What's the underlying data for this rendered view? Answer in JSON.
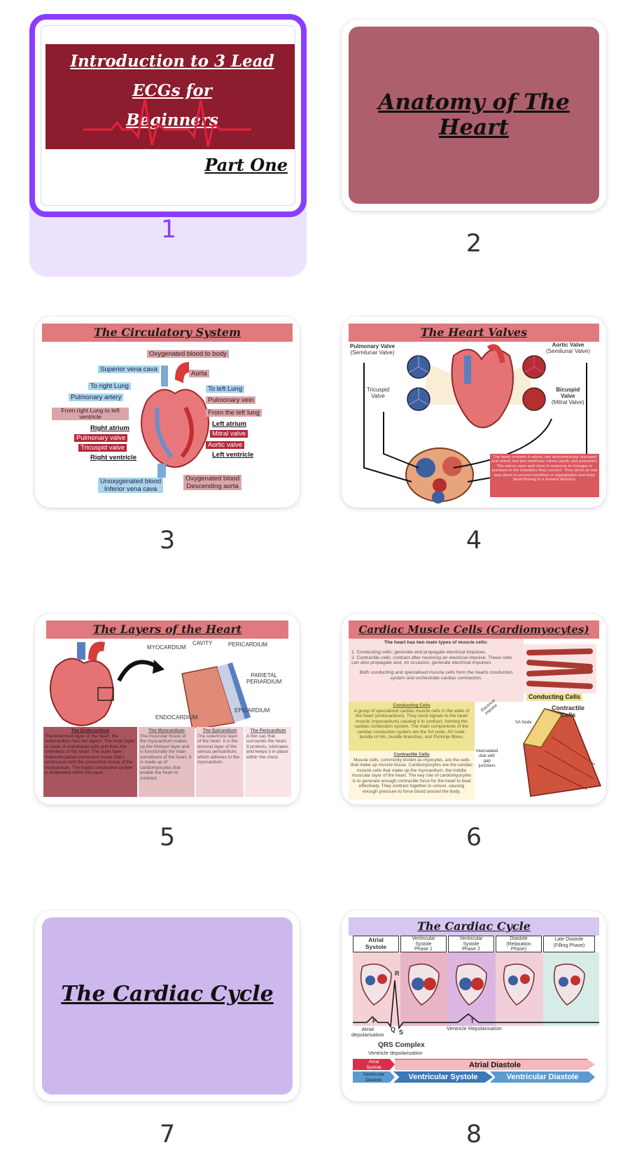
{
  "slides": [
    {
      "number": "1",
      "title_line1": "Introduction to 3 Lead ECGs for",
      "title_line2": "Beginners",
      "subtitle": "Part One"
    },
    {
      "number": "2",
      "title": "Anatomy of The Heart"
    },
    {
      "number": "3",
      "title": "The Circulatory System",
      "labels": [
        "Oxygenated blood to body",
        "Superior vena cava",
        "Aorta",
        "To right Lung",
        "To left Lung",
        "Pulmonary artery",
        "Pulmonary vein",
        "From right Lung to left ventricle",
        "From the left lung",
        "Right atrium",
        "Left atrium",
        "Mitral valve",
        "Pulmonary valve",
        "Aortic valve",
        "Tricuspid valve",
        "Left ventricle",
        "Right ventricle",
        "Unoxygenated blood",
        "Inferior vena cava",
        "Oxygenated blood",
        "Descending aorta"
      ]
    },
    {
      "number": "4",
      "title": "The Heart Valves",
      "labels": [
        "Pulmonary Valve",
        "(Semilunar Valve)",
        "Aortic Valve",
        "(Semilunar Valve)",
        "Tricuspid",
        "Valve",
        "Bicuspid",
        "Valve",
        "(Mitral Valve)"
      ],
      "note": "The heart contains 4 valves, two atrioventricular (tricuspid and mitral) and two semilunar valves (aortic and pulmonic). The valves open and close in response to changes in pressure in the chambers they connect. They serve as one way doors to prevent backflow or regurgitation and keep blood flowing in a forward direction."
    },
    {
      "number": "5",
      "title": "The Layers of the Heart",
      "labels": [
        "MYOCARDIUM",
        "CAVITY",
        "PERICARDIUM",
        "PARIETAL",
        "PERIARDIUM",
        "ENDOCARDIUM",
        "EPICARDIUM"
      ],
      "columns": [
        {
          "head": "The Endocardium",
          "body": "The innermost layer of the heart, the endocardium has two layers: The inner layer; is made of endothelial cells and lines the chambers of the heart. The outer layer; Subendocardial connective tissue that's continuous with the connective tissue of the myocardium. The hearts conductive system is embedded within this layer."
        },
        {
          "head": "The Myocardium",
          "body": "The muscular tissue of the myocardium makes up the thickest layer and is functionally the main constituent of the heart. It is made up of cardiomyocytes that enable the heart to contract."
        },
        {
          "head": "The Epicardium",
          "body": "The outermost layer of the heart. It is the visceral layer of the serous pericardium, which adheres to the myocardium."
        },
        {
          "head": "The Pericardium",
          "body": "A thin sac that surrounds the heart. It protects, lubricates and keeps it in place within the chest."
        }
      ]
    },
    {
      "number": "6",
      "title": "Cardiac Muscle Cells (Cardiomyocytes)",
      "intro": "The heart has two main types of muscle cells:",
      "items": [
        "1. Conducting cells: generate and propagate electrical impulses.",
        "2. Contractile cells: contract after receiving an electrical impulse. These cells can also propagate and, on occasion, generate electrical impulses.",
        "Both conducting and specialised muscle cells form the hearts conduction system and orchestrate cardiac contraction."
      ],
      "conducting_head": "Conducting Cells",
      "conducting_body": "A group of specialized cardiac muscle cells in the walls of the heart (endocardium). They send signals to the heart muscle (myocardium) causing it to contract, forming the cardiac conduction system. The main components of the cardiac conduction system are the SA node, AV node, bundle of His, bundle branches, and Purkinje fibres.",
      "contractile_head": "Contractile Cells",
      "contractile_body": "Muscle cells, commonly known as myocytes, are the cells that make up muscle tissue. Cardiomyocytes are the cardiac muscle cells that make up the myocardium, the middle muscular layer of the heart. The key role of cardiomyocytes is to generate enough contractile force for the heart to beat effectively. They contract together in unison, causing enough pressure to force blood around the body.",
      "labels": [
        "Conducting Cells",
        "Contractile",
        "Cells",
        "Electrical",
        "impulse",
        "SA Node",
        "Intercalated",
        "disk with",
        "gap",
        "junctions"
      ]
    },
    {
      "number": "7",
      "title": "The Cardiac Cycle"
    },
    {
      "number": "8",
      "title": "The Cardiac Cycle",
      "phases": [
        [
          "Atrial",
          "Systole"
        ],
        [
          "Ventricular",
          "Systole",
          "Phase 1"
        ],
        [
          "Ventricular",
          "Systole",
          "Phase 2"
        ],
        [
          "Diastole",
          "(Relaxation",
          "Phase)"
        ],
        [
          "Late Diastole",
          "(Filling Phase)"
        ]
      ],
      "ecg": {
        "p": "P",
        "q": "Q",
        "r": "R",
        "s": "S",
        "t": "T",
        "atrial_dep_1": "Atrial",
        "atrial_dep_2": "depolarisation",
        "qrs": "QRS Complex",
        "vent_dep": "Ventricle depolarisation",
        "vent_rep": "Ventricle Repolarisation"
      },
      "bars": {
        "atrial_systole_1": "Atrial",
        "atrial_systole_2": "Systole",
        "atrial_diastole": "Atrial Diastole",
        "vent_diastole_1a": "Ventricular",
        "vent_diastole_1b": "Diastole",
        "vent_systole": "Ventricular Systole",
        "vent_diastole_2": "Ventricular Diastole"
      }
    }
  ],
  "colors": {
    "accent": "#8b3dff",
    "selected_bg": "#ece2fd"
  }
}
